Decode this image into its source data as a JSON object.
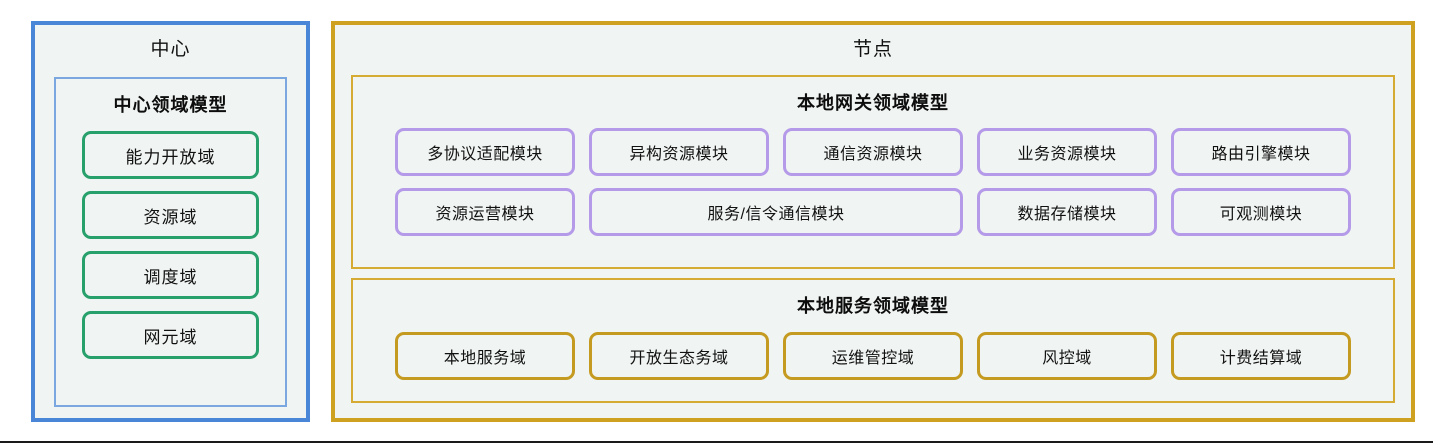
{
  "colors": {
    "center_border": "#4a86d8",
    "center_inner_border": "#7aa7e0",
    "green_box_border": "#27a06c",
    "node_border": "#cfa121",
    "section_border": "#d5ab33",
    "module_purple": "#b49ae8",
    "module_gold": "#c59a20",
    "panel_background": "#f0f4f2",
    "page_background": "#ffffff"
  },
  "center_panel": {
    "title": "中心",
    "inner": {
      "title": "中心领域模型",
      "domains": [
        {
          "label": "能力开放域"
        },
        {
          "label": "资源域"
        },
        {
          "label": "调度域"
        },
        {
          "label": "网元域"
        }
      ]
    }
  },
  "node_panel": {
    "title": "节点",
    "sections": [
      {
        "id": "gateway-domain-model",
        "title": "本地网关领域模型",
        "rows": [
          {
            "modules": [
              {
                "label": "多协议适配模块",
                "width": "std"
              },
              {
                "label": "异构资源模块",
                "width": "std"
              },
              {
                "label": "通信资源模块",
                "width": "std"
              },
              {
                "label": "业务资源模块",
                "width": "std"
              },
              {
                "label": "路由引擎模块",
                "width": "std"
              }
            ]
          },
          {
            "modules": [
              {
                "label": "资源运营模块",
                "width": "std"
              },
              {
                "label": "服务/信令通信模块",
                "width": "wide"
              },
              {
                "label": "数据存储模块",
                "width": "std"
              },
              {
                "label": "可观测模块",
                "width": "std"
              }
            ]
          }
        ]
      },
      {
        "id": "service-domain-model",
        "title": "本地服务领域模型",
        "rows": [
          {
            "modules": [
              {
                "label": "本地服务域",
                "width": "std"
              },
              {
                "label": "开放生态务域",
                "width": "std"
              },
              {
                "label": "运维管控域",
                "width": "std"
              },
              {
                "label": "风控域",
                "width": "std"
              },
              {
                "label": "计费结算域",
                "width": "std"
              }
            ]
          }
        ]
      }
    ]
  }
}
